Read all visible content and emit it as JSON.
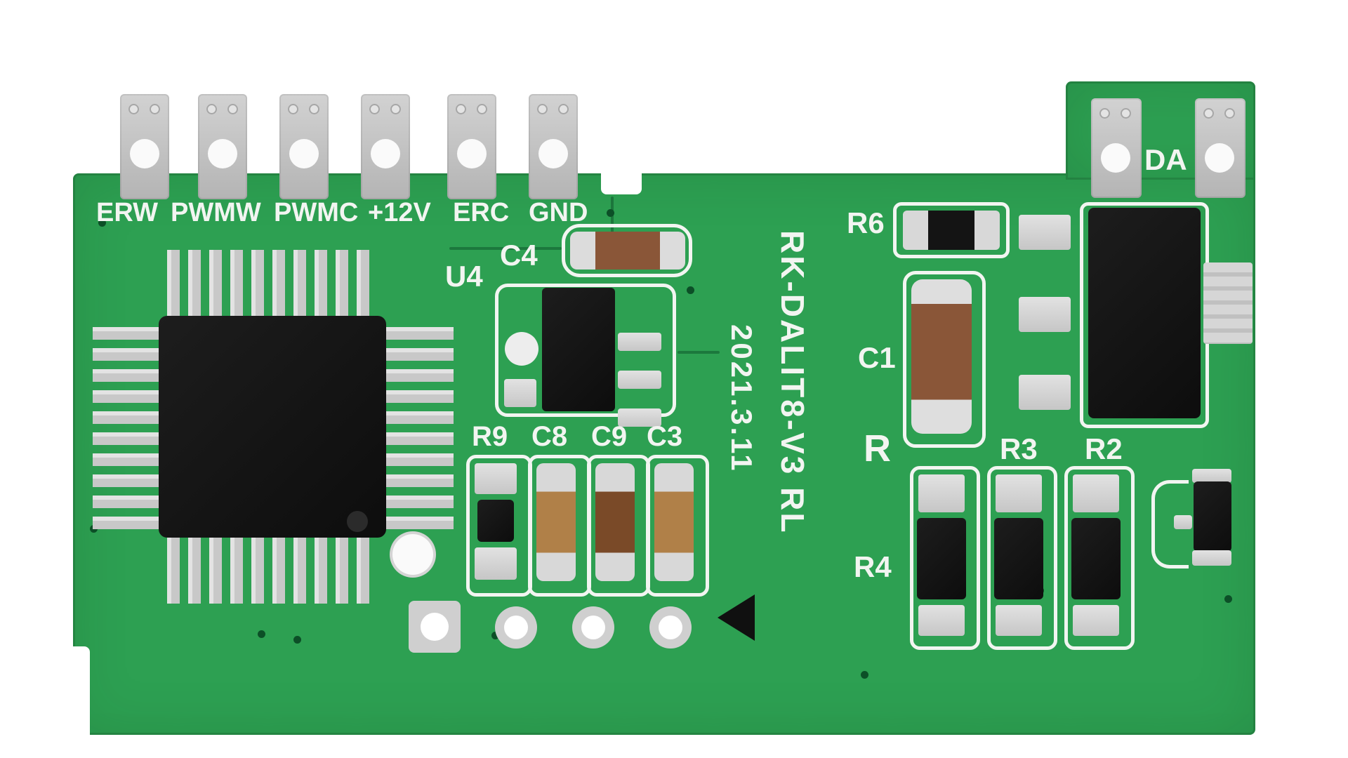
{
  "labels": {
    "terminals": [
      "ERW",
      "PWMW",
      "PWMC",
      "+12V",
      "ERC",
      "GND"
    ],
    "terminal_right": "DA",
    "u4": "U4",
    "c4": "C4",
    "r9": "R9",
    "c8": "C8",
    "c9": "C9",
    "c3": "C3",
    "r6": "R6",
    "c1": "C1",
    "r": "R",
    "r3": "R3",
    "r2": "R2",
    "r4": "R4",
    "model": "RK-DALIT8-V3 RL",
    "date": "2021.3.11"
  },
  "colors": {
    "board_green": "#2da052",
    "silkscreen_white": "#f2f5f1",
    "metal_silver": "#cccccc",
    "component_black": "#141414",
    "capacitor_brown": "#8a5638",
    "capacitor_tan": "#b08048",
    "terminal_gray": "#bdbdbd"
  }
}
